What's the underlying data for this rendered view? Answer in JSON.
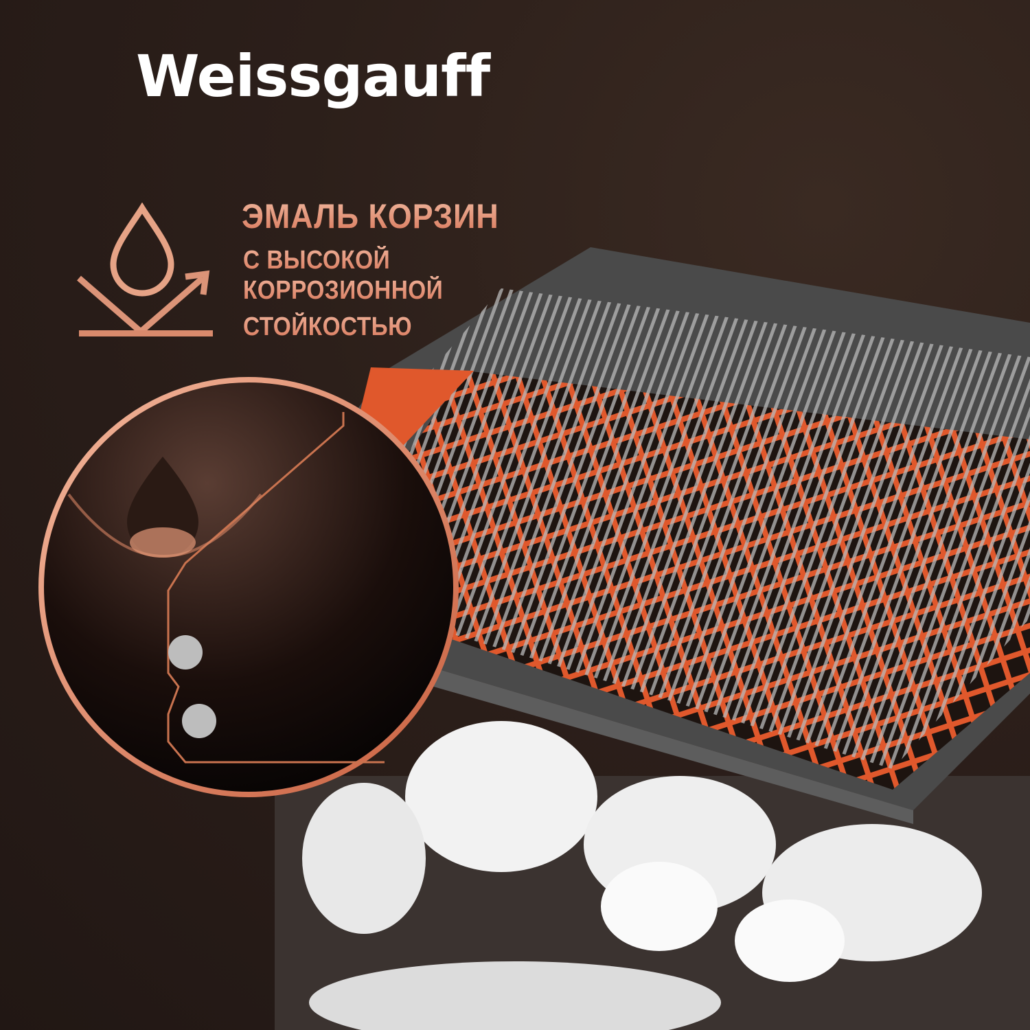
{
  "brand": {
    "name": "Weissgauff"
  },
  "feature": {
    "title": "ЭМАЛЬ КОРЗИН",
    "subtitle_lines": [
      "С ВЫСОКОЙ",
      "КОРРОЗИОННОЙ",
      "СТОЙКОСТЬЮ"
    ],
    "icon": "water-drop-repel-icon"
  },
  "colors": {
    "accent": "#e08866",
    "background": "#2c1f1a",
    "rack_orange": "#e0582c"
  }
}
